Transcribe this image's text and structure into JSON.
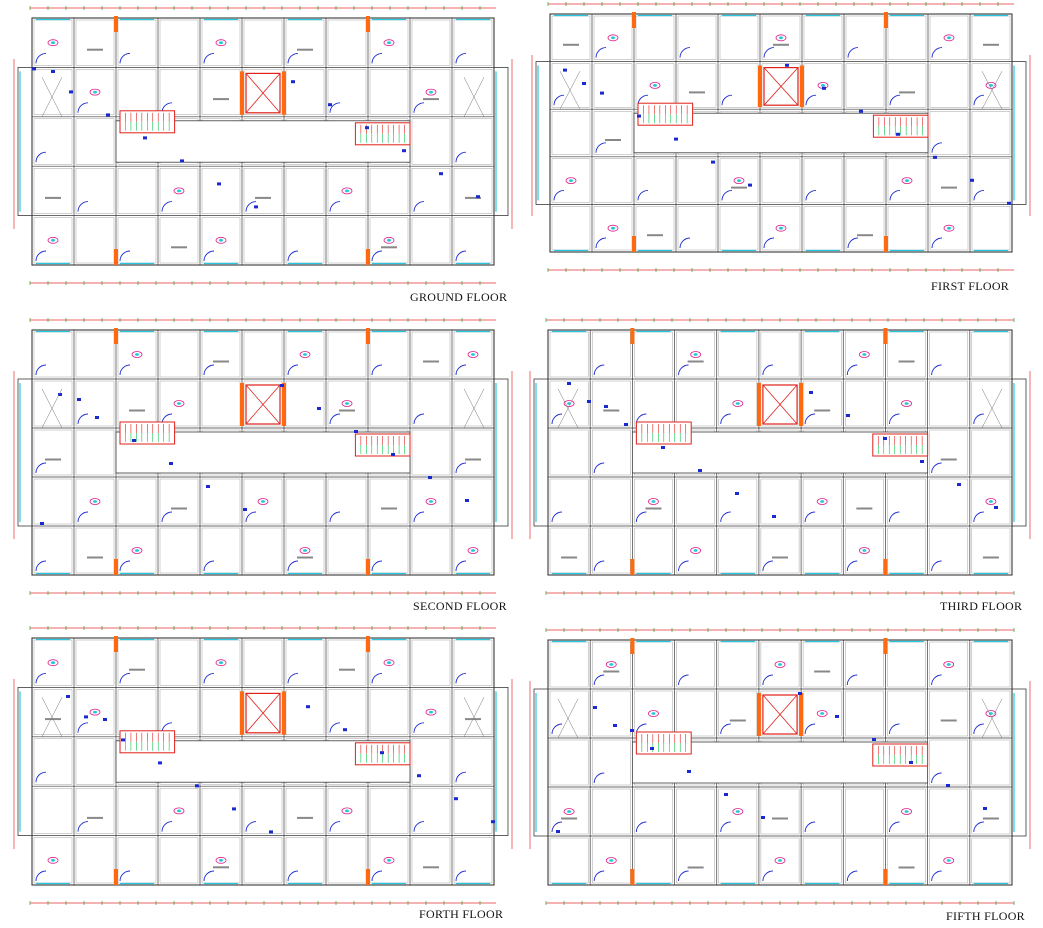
{
  "sheet": {
    "floors": [
      {
        "id": "ground",
        "label": "GROUND FLOOR"
      },
      {
        "id": "first",
        "label": "FIRST FLOOR"
      },
      {
        "id": "second",
        "label": "SECOND FLOOR"
      },
      {
        "id": "third",
        "label": "THIRD FLOOR"
      },
      {
        "id": "forth",
        "label": "FORTH FLOOR"
      },
      {
        "id": "fifth",
        "label": "FIFTH  FLOOR"
      }
    ]
  },
  "colors": {
    "wall": "#3a3a3a",
    "dimension_line": "#e03030",
    "dimension_tick": "#2aa02a",
    "door": "#1a2ad0",
    "stair_red": "#e0201a",
    "stair_green": "#10c050",
    "cyan_balcony": "#27c7e0",
    "pink_fixture": "#e0208a",
    "orange_frame": "#ff6a10"
  }
}
